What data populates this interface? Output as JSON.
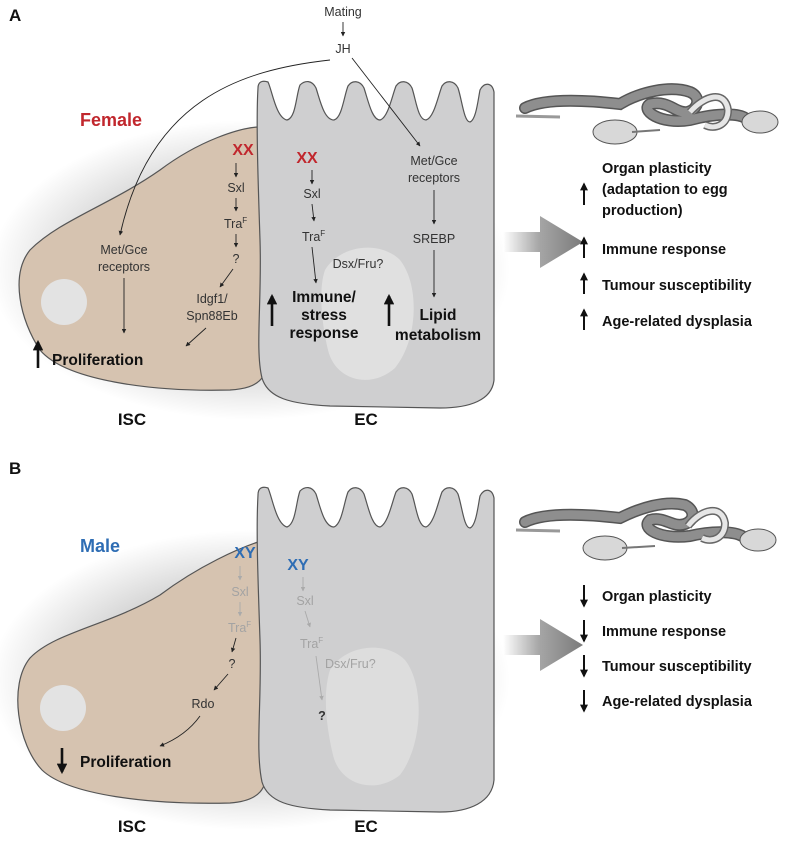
{
  "panel_a": {
    "letter": "A",
    "sex": "Female",
    "sex_color": "#c1272d",
    "mating": "Mating",
    "jh": "JH",
    "isc": {
      "chromosomes": "XX",
      "sxl": "Sxl",
      "tra": "Tra",
      "tra_sup": "F",
      "question": "?",
      "receptors_line1": "Met/Gce",
      "receptors_line2": "receptors",
      "idgf_line1": "Idgf1/",
      "idgf_line2": "Spn88Eb",
      "proliferation": "Proliferation",
      "name": "ISC"
    },
    "ec": {
      "chromosomes": "XX",
      "sxl": "Sxl",
      "tra": "Tra",
      "tra_sup": "F",
      "dsx": "Dsx/Fru?",
      "immune_line1": "Immune/",
      "immune_line2": "stress",
      "immune_line3": "response",
      "receptors_line1": "Met/Gce",
      "receptors_line2": "receptors",
      "srebp": "SREBP",
      "lipid_line1": "Lipid",
      "lipid_line2": "metabolism",
      "name": "EC"
    },
    "effects": [
      "Organ plasticity",
      "(adaptation to egg",
      " production)",
      "Immune response",
      "Tumour susceptibility",
      "Age-related dysplasia"
    ]
  },
  "panel_b": {
    "letter": "B",
    "sex": "Male",
    "sex_color": "#2e6db4",
    "isc": {
      "chromosomes": "XY",
      "sxl": "Sxl",
      "tra": "Tra",
      "tra_sup": "F",
      "question": "?",
      "rdo": "Rdo",
      "proliferation": "Proliferation",
      "name": "ISC"
    },
    "ec": {
      "chromosomes": "XY",
      "sxl": "Sxl",
      "tra": "Tra",
      "tra_sup": "F",
      "dsx": "Dsx/Fru?",
      "question": "?",
      "name": "EC"
    },
    "effects": [
      "Organ plasticity",
      "Immune response",
      "Tumour susceptibility",
      "Age-related dysplasia"
    ]
  },
  "colors": {
    "isc_fill": "#d6c3b0",
    "ec_fill": "#cfcfd0",
    "nucleus": "#e3e3e3",
    "gut_dark": "#8e8e8e",
    "gut_light": "#d8d8d8",
    "arrow_grey": "#8a8a8a"
  }
}
